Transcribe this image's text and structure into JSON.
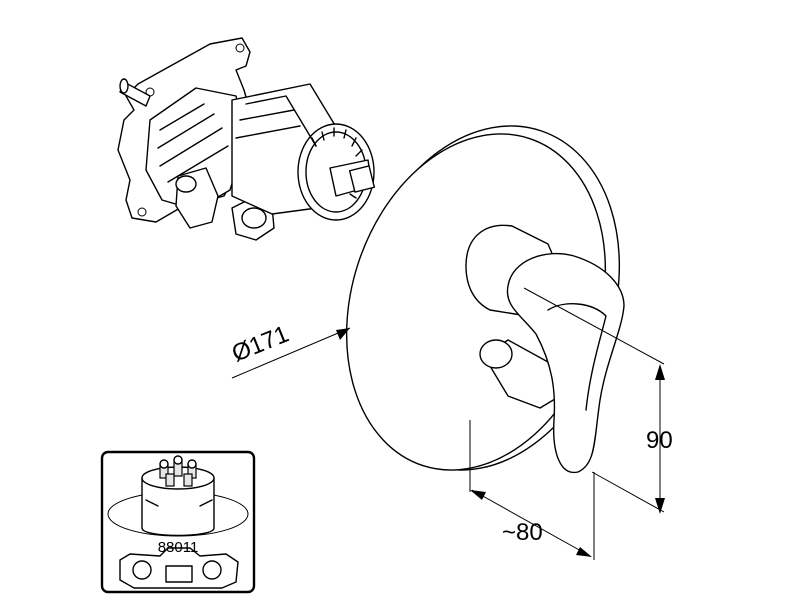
{
  "dimensions": {
    "diameter_label": "Ø171",
    "height_label": "90",
    "depth_label": "~80"
  },
  "inset": {
    "part_number": "88011"
  }
}
